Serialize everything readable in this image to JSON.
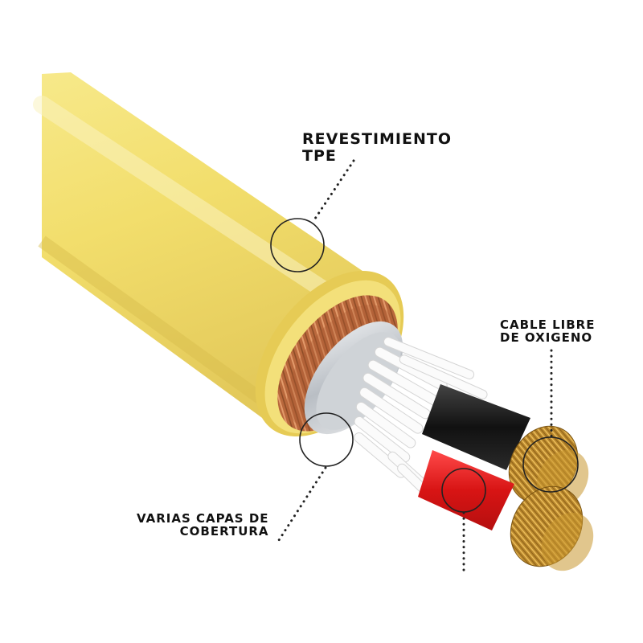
{
  "labels": {
    "tpe": {
      "line1": "REVESTIMIENTO",
      "line2": "TPE"
    },
    "oxigeno": {
      "line1": "CABLE LIBRE",
      "line2": "DE OXIGENO"
    },
    "capas": {
      "line1": "VARIAS CAPAS DE",
      "line2": "COBERTURA"
    }
  },
  "colors": {
    "jacket": "#f1dc6a",
    "jacket_light": "#f8ec9a",
    "jacket_shadow": "#d9c24a",
    "shield_copper": "#c8784a",
    "foil": "#d6d9dd",
    "inner_wires": "#fafafa",
    "black_insulation": "#1c1c1c",
    "red_insulation": "#e02020",
    "copper_strands": "#c99a3a",
    "callout": "#222222"
  },
  "icons": [
    "callout-circle",
    "dotted-leader"
  ]
}
